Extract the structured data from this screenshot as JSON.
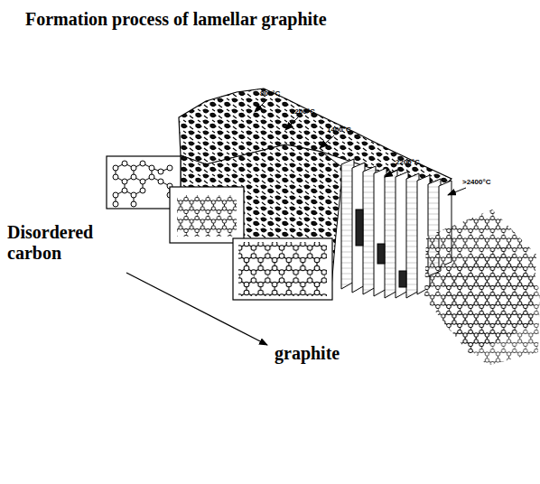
{
  "diagram": {
    "title": "Formation process of lamellar graphite",
    "labels": [
      "800°C",
      "1200°C",
      "1400°C",
      "2200°C",
      ">2400°C",
      "Disordered carbon",
      "graphite"
    ]
  }
}
